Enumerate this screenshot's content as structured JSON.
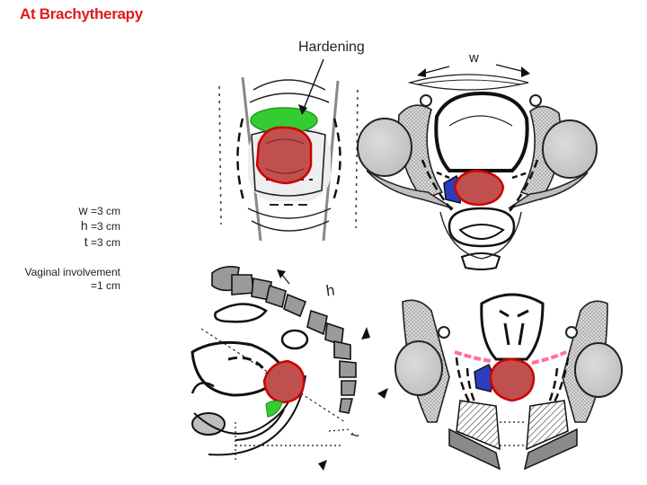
{
  "title": "At Brachytherapy",
  "labels": {
    "hardening": "Hardening",
    "w": "w",
    "h": "h",
    "t": "t"
  },
  "measurements": [
    {
      "key": "w",
      "value": "=3 cm"
    },
    {
      "key": "h",
      "value": "=3 cm"
    },
    {
      "key": "t",
      "value": "=3 cm"
    }
  ],
  "vaginal": {
    "line1": "Vaginal involvement",
    "line2": "=1 cm"
  },
  "colors": {
    "title": "#e11919",
    "tumor": "#c0504d",
    "tumor_edge": "#cc0000",
    "hardening": "#33cc33",
    "vaginal": "#2a3fbf",
    "parametrium": "#ff6fa0",
    "bone": "#bfbfbf"
  }
}
